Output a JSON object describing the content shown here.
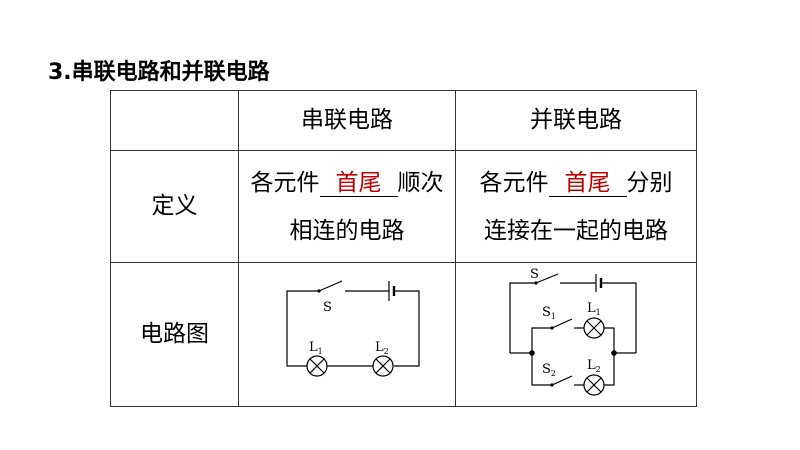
{
  "section_title": "3.串联电路和并联电路",
  "table": {
    "header": {
      "col0": "",
      "col1": "串联电路",
      "col2": "并联电路"
    },
    "definition": {
      "label": "定义",
      "series": {
        "prefix": "各元件",
        "blank": "首尾",
        "suffix": "顺次",
        "line2": "相连的电路"
      },
      "parallel": {
        "prefix": "各元件",
        "blank": "首尾",
        "suffix": "分别",
        "line2": "连接在一起的电路"
      }
    },
    "diagram": {
      "label": "电路图",
      "series_labels": {
        "switch": "S",
        "lamp1": "L",
        "lamp1_sub": "1",
        "lamp2": "L",
        "lamp2_sub": "2"
      },
      "parallel_labels": {
        "main_switch": "S",
        "switch1": "S",
        "switch1_sub": "1",
        "lamp1": "L",
        "lamp1_sub": "1",
        "switch2": "S",
        "switch2_sub": "2",
        "lamp2": "L",
        "lamp2_sub": "2"
      }
    }
  }
}
